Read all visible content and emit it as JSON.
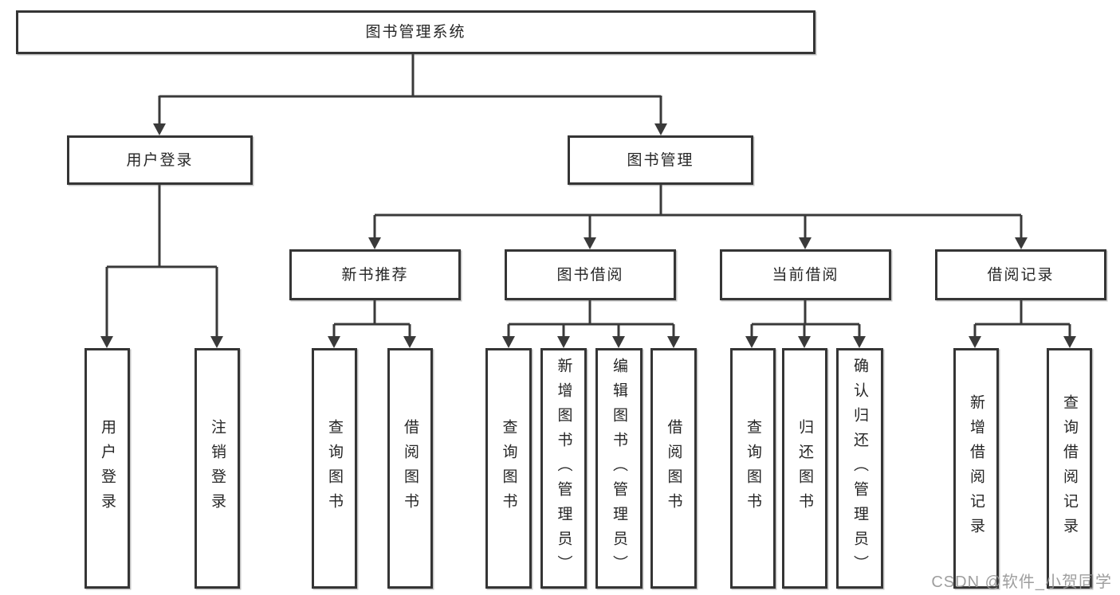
{
  "diagram": {
    "root": {
      "label": "图书管理系统"
    },
    "branches": [
      {
        "label": "用户登录",
        "leaves": [
          {
            "label": "用户登录"
          },
          {
            "label": "注销登录"
          }
        ]
      },
      {
        "label": "图书管理",
        "children": [
          {
            "label": "新书推荐",
            "leaves": [
              {
                "label": "查询图书"
              },
              {
                "label": "借阅图书"
              }
            ]
          },
          {
            "label": "图书借阅",
            "leaves": [
              {
                "label": "查询图书"
              },
              {
                "label": "新增图书（管理员）"
              },
              {
                "label": "编辑图书（管理员）"
              },
              {
                "label": "借阅图书"
              }
            ]
          },
          {
            "label": "当前借阅",
            "leaves": [
              {
                "label": "查询图书"
              },
              {
                "label": "归还图书"
              },
              {
                "label": "确认归还（管理员）"
              }
            ]
          },
          {
            "label": "借阅记录",
            "leaves": [
              {
                "label": "新增借阅记录"
              },
              {
                "label": "查询借阅记录"
              }
            ]
          }
        ]
      }
    ]
  },
  "colors": {
    "line": "#3a3a3a",
    "border": "#353535",
    "text": "#262626",
    "background": "#ffffff",
    "watermark": "#949494"
  },
  "watermark": "CSDN @软件_小贺同学"
}
